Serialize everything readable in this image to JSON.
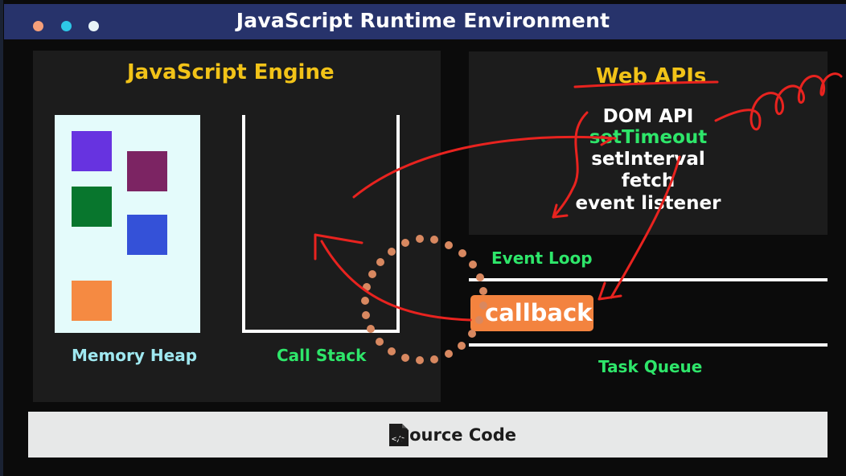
{
  "window": {
    "title": "JavaScript Runtime Environment",
    "dots": [
      "#f5a07a",
      "#2ec7e6",
      "#e8f4f8"
    ],
    "bar_color": "#27336b"
  },
  "engine": {
    "title": "JavaScript Engine",
    "memory_heap_label": "Memory Heap",
    "call_stack_label": "Call Stack",
    "heap_blocks": [
      "#6733e0",
      "#7c2463",
      "#08762d",
      "#3451d8",
      "#f58a42"
    ]
  },
  "web_apis": {
    "title": "Web APIs",
    "items": [
      "DOM API",
      "setTimeout",
      "setInterval",
      "fetch",
      "event listener"
    ],
    "highlight_color": "#2ee66a"
  },
  "event_loop": {
    "label": "Event Loop"
  },
  "task_queue": {
    "label": "Task Queue",
    "item": "callback"
  },
  "source": {
    "label": "Source Code",
    "icon": "code-file-icon"
  },
  "colors": {
    "accent_yellow": "#f2c318",
    "green": "#2ee66a",
    "annotation_red": "#e8231f",
    "heap_label": "#9fe8f0"
  }
}
